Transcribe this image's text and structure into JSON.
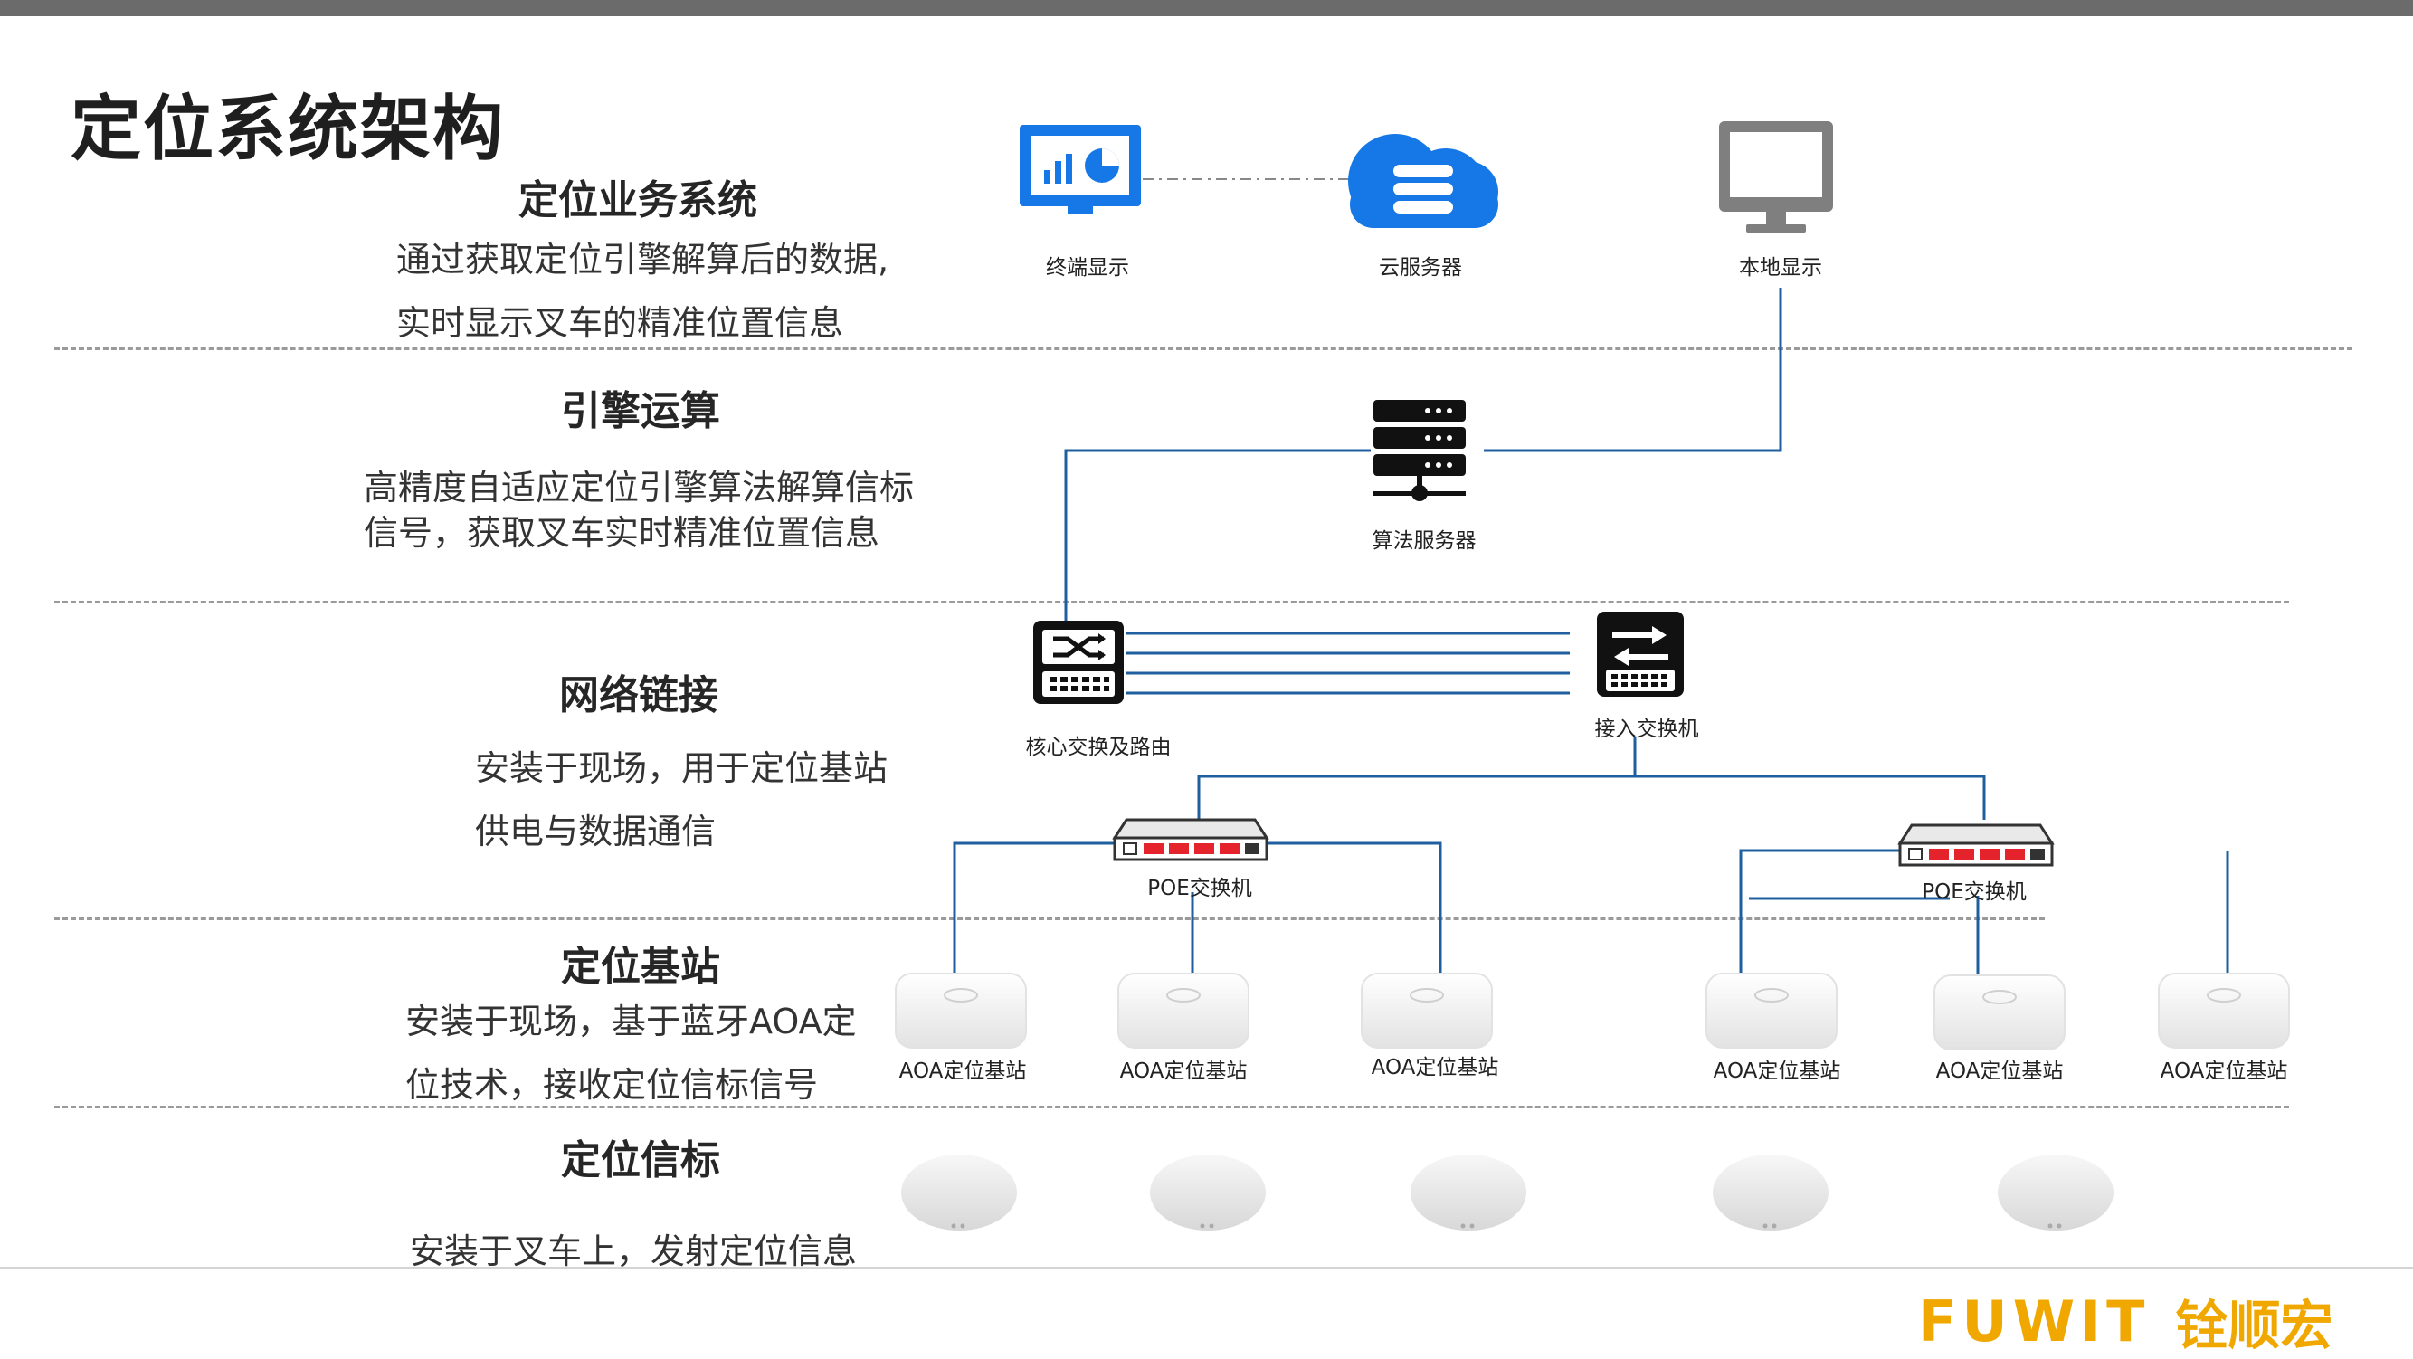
{
  "page": {
    "title": "定位系统架构"
  },
  "layers": [
    {
      "heading": "定位业务系统",
      "lines": [
        "通过获取定位引擎解算后的数据,",
        "实时显示叉车的精准位置信息"
      ]
    },
    {
      "heading": "引擎运算",
      "lines": [
        "高精度自适应定位引擎算法解算信标",
        "信号，获取叉车实时精准位置信息"
      ]
    },
    {
      "heading": "网络链接",
      "lines": [
        "安装于现场，用于定位基站",
        "供电与数据通信"
      ]
    },
    {
      "heading": "定位基站",
      "lines": [
        "安装于现场，基于蓝牙AOA定",
        "位技术，接收定位信标信号"
      ]
    },
    {
      "heading": "定位信标",
      "lines": [
        "安装于叉车上，发射定位信息"
      ]
    }
  ],
  "devices": {
    "terminal_display": "终端显示",
    "cloud_server": "云服务器",
    "local_display": "本地显示",
    "algorithm_server": "算法服务器",
    "core_switch": "核心交换及路由",
    "access_switch": "接入交换机",
    "poe_switch_1": "POE交换机",
    "poe_switch_2": "POE交换机",
    "base_stations": [
      "AOA定位基站",
      "AOA定位基站",
      "AOA定位基站",
      "AOA定位基站",
      "AOA定位基站",
      "AOA定位基站"
    ]
  },
  "brand": {
    "name_en": "FUWIT",
    "name_cn": "铨顺宏"
  },
  "colors": {
    "accent_blue": "#1677e6",
    "line_blue": "#1f5f9f",
    "brand_gold": "#f0a800"
  }
}
